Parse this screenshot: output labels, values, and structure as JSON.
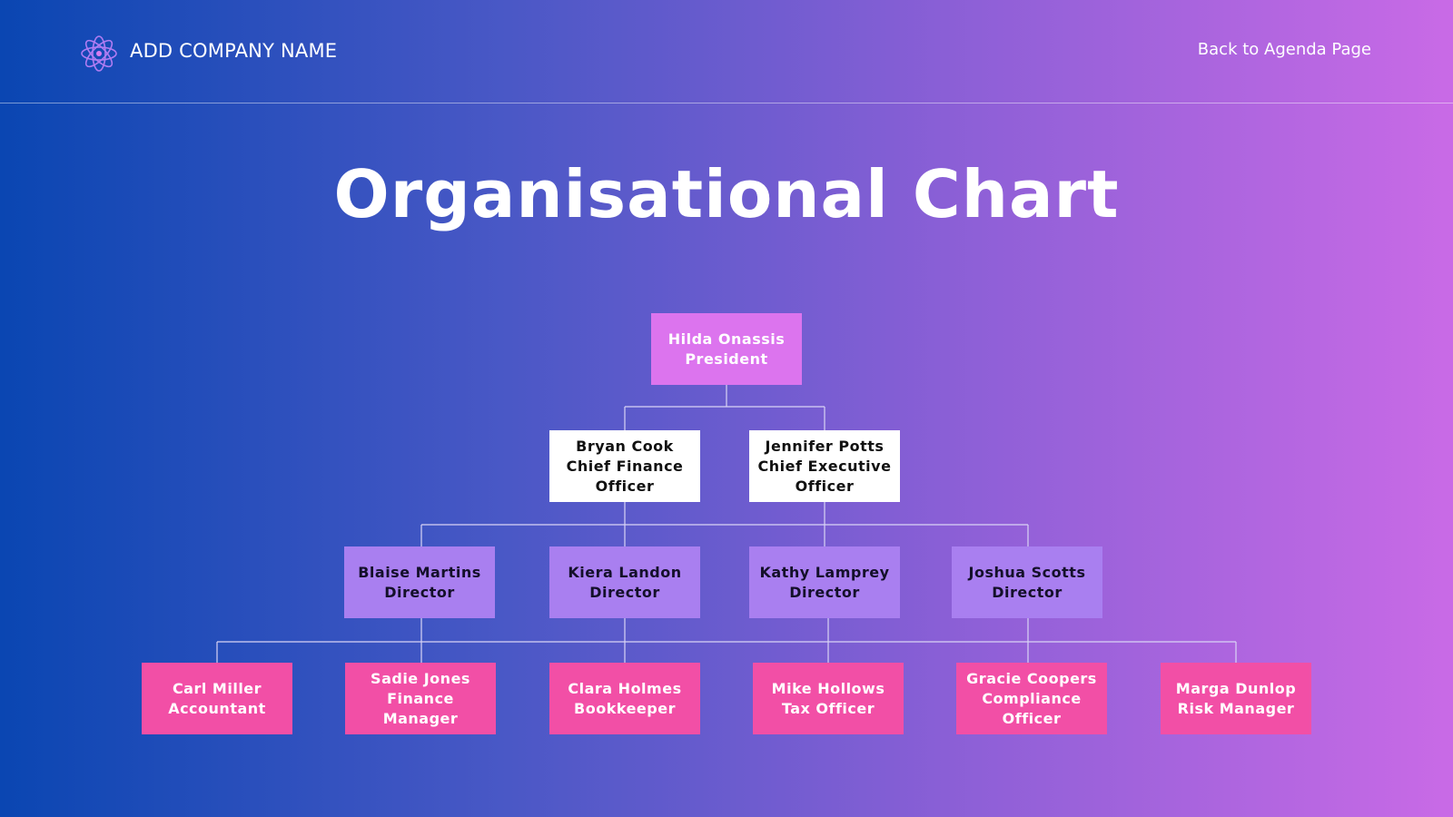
{
  "header": {
    "company_name": "ADD COMPANY NAME",
    "back_link": "Back to Agenda Page",
    "logo_icon": "atom-icon"
  },
  "title": "Organisational Chart",
  "colors": {
    "president": "#dc74ee",
    "executive": "#ffffff",
    "director": "#a97ff0",
    "staff": "#f24fa6",
    "connector": "#d9d4f5"
  },
  "org": {
    "president": {
      "name": "Hilda Onassis",
      "role": "President"
    },
    "executives": [
      {
        "name": "Bryan Cook",
        "role_line1": "Chief Finance",
        "role_line2": "Officer"
      },
      {
        "name": "Jennifer Potts",
        "role_line1": "Chief Executive",
        "role_line2": "Officer"
      }
    ],
    "directors": [
      {
        "name": "Blaise Martins",
        "role": "Director"
      },
      {
        "name": "Kiera Landon",
        "role": "Director"
      },
      {
        "name": "Kathy Lamprey",
        "role": "Director"
      },
      {
        "name": "Joshua Scotts",
        "role": "Director"
      }
    ],
    "staff": [
      {
        "name": "Carl Miller",
        "role": "Accountant"
      },
      {
        "name": "Sadie Jones",
        "role": "Finance Manager"
      },
      {
        "name": "Clara Holmes",
        "role": "Bookkeeper"
      },
      {
        "name": "Mike Hollows",
        "role": "Tax Officer"
      },
      {
        "name": "Gracie Coopers",
        "role_line1": "Compliance",
        "role_line2": "Officer"
      },
      {
        "name": "Marga Dunlop",
        "role": "Risk Manager"
      }
    ]
  }
}
